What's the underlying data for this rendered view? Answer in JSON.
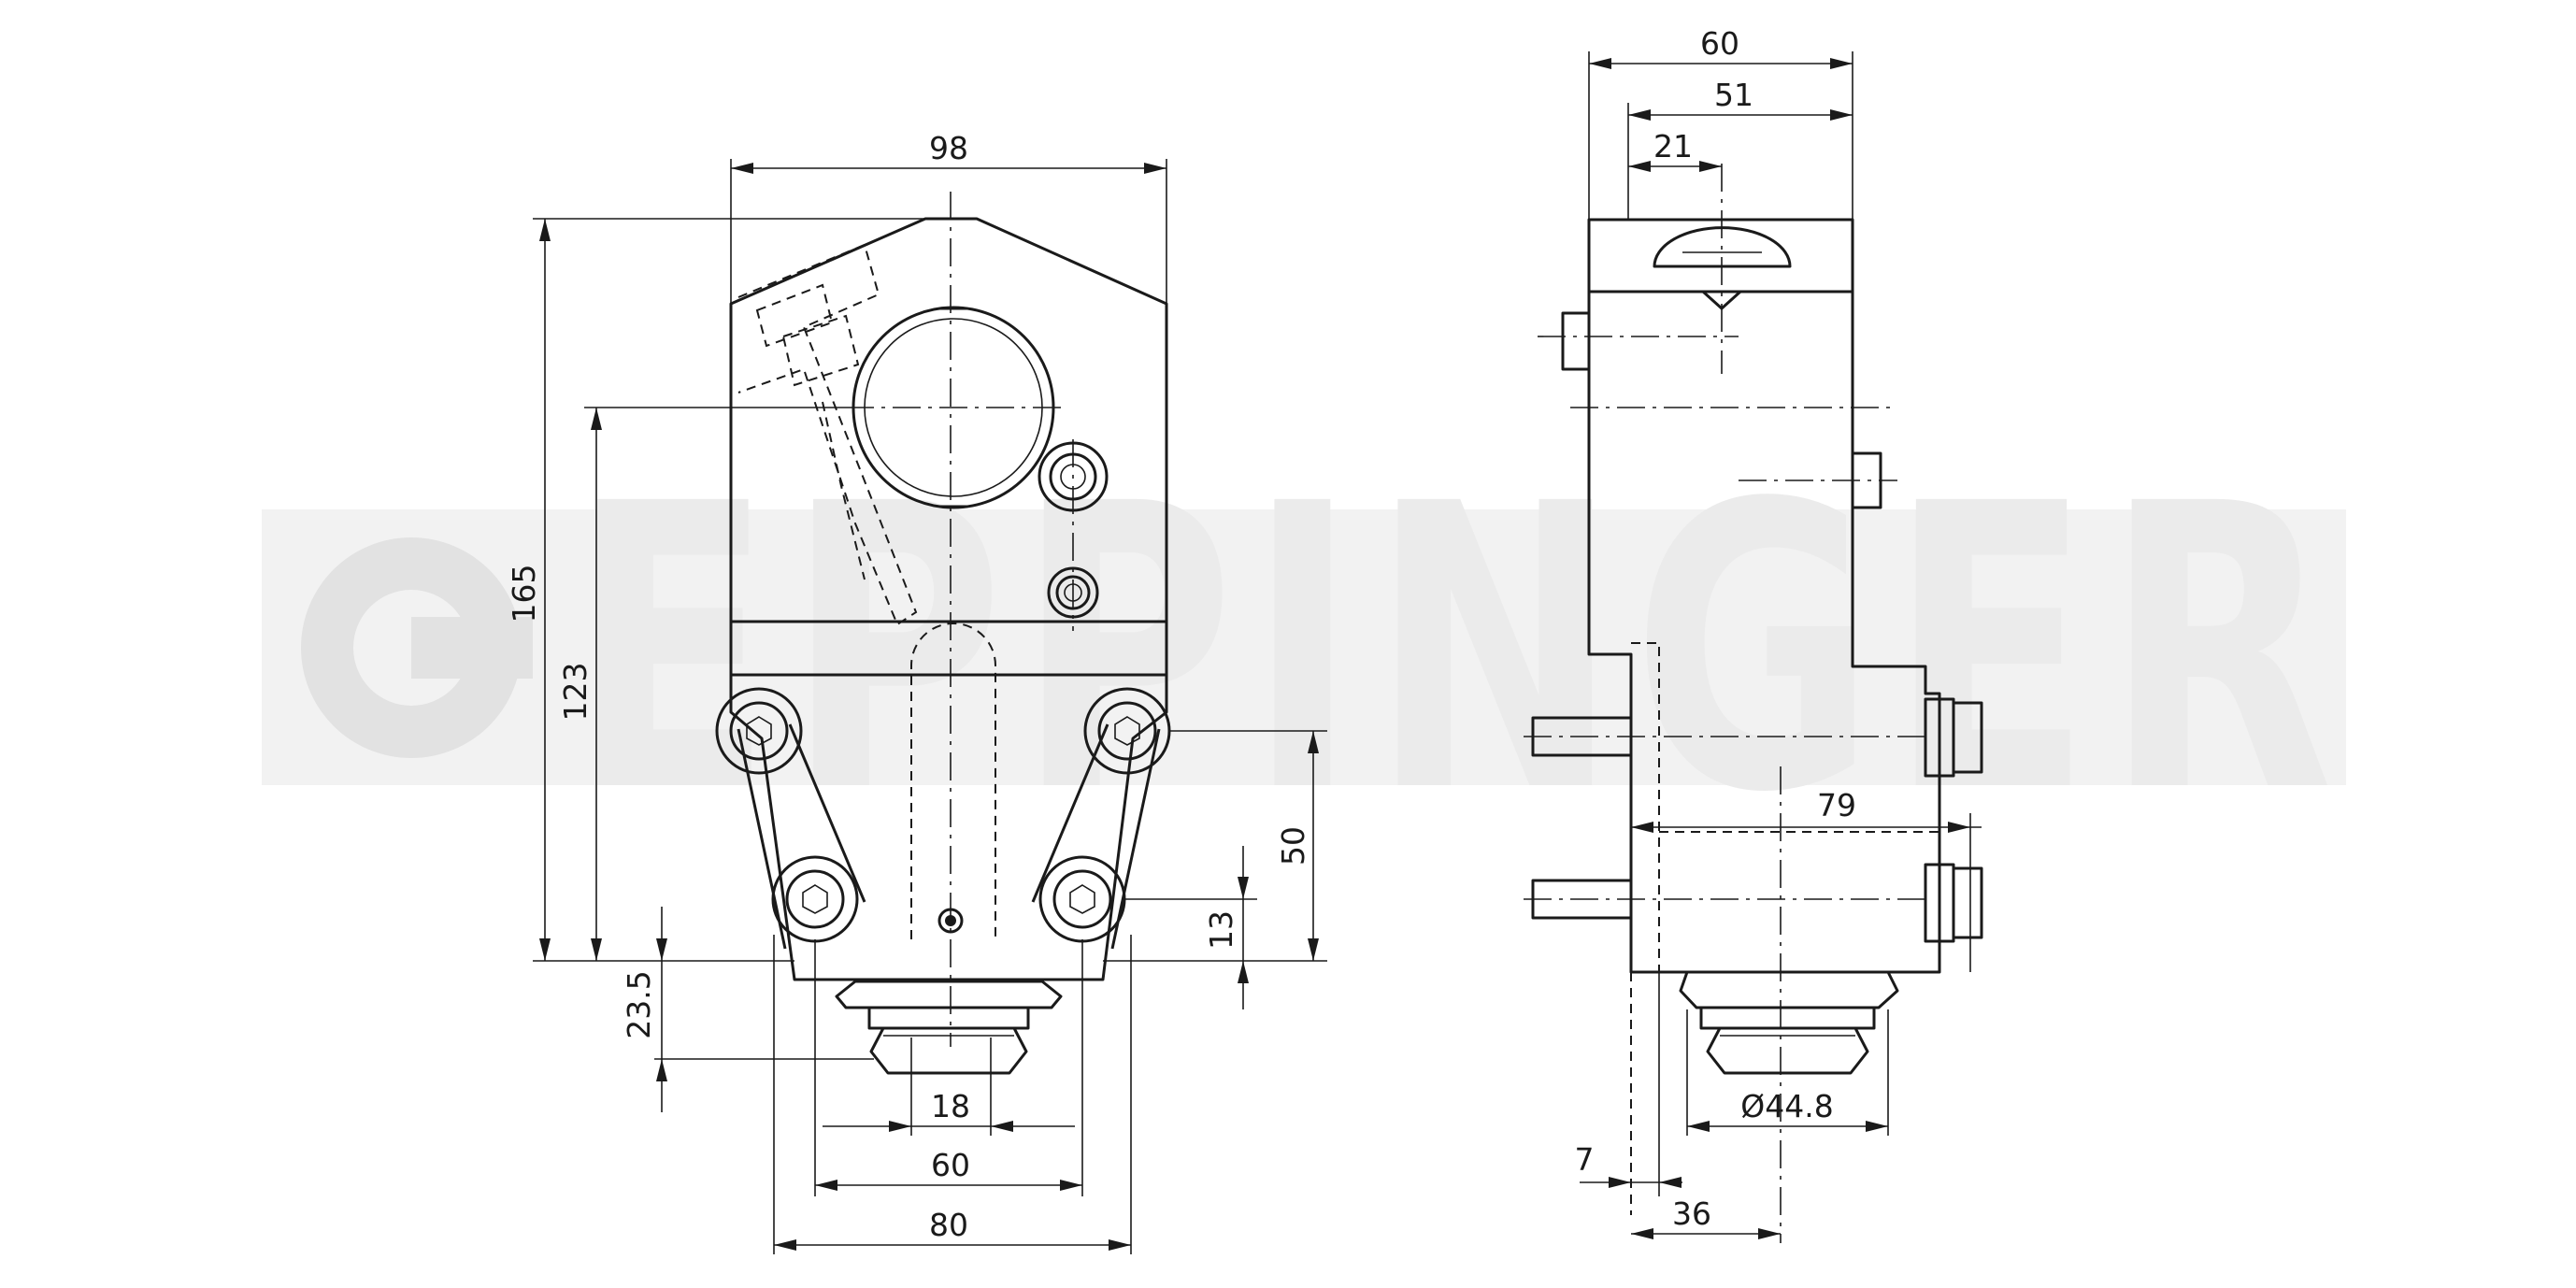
{
  "watermark": {
    "text": "EPPINGER",
    "color": "#ebebeb"
  },
  "colors": {
    "line": "#1a1a1a",
    "background": "#ffffff"
  },
  "dimensions": {
    "front_width": "98",
    "front_height": "165",
    "bore_height": "123",
    "bolt_spacing_vertical": "50",
    "bolt_offset": "13",
    "shank_offset": "23.5",
    "shank_width": "18",
    "bolt_spacing_horizontal": "60",
    "base_width": "80",
    "side_width": "60",
    "side_width_inner": "51",
    "bore_offset": "21",
    "side_length": "79",
    "diameter": "Ø44.8",
    "flange_offset": "7",
    "shank_axis": "36"
  }
}
